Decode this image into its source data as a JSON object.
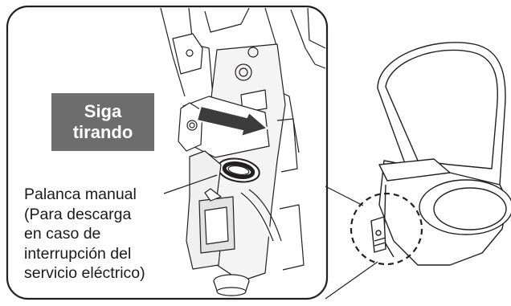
{
  "badge": {
    "line1": "Siga",
    "line2": "tirando",
    "color": "#6d6d6d"
  },
  "callout": {
    "lines": [
      "Palanca manual",
      "(Para descarga",
      "en caso de",
      "interrupción del",
      "servicio eléctrico)"
    ]
  },
  "colors": {
    "line": "#231f20",
    "arrow": "#3c3c3c",
    "tank_shade": "#e3e3e3"
  }
}
